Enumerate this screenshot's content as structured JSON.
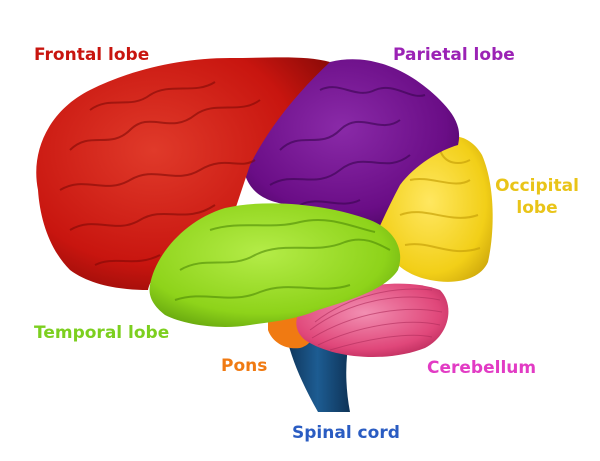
{
  "labels": {
    "frontal": "Frontal lobe",
    "parietal": "Parietal lobe",
    "occipital_line1": "Occipital",
    "occipital_line2": "lobe",
    "temporal": "Temporal lobe",
    "pons": "Pons",
    "cerebellum": "Cerebellum",
    "spinal": "Spinal cord"
  },
  "colors": {
    "frontal": "#c8150f",
    "parietal": "#6a0d86",
    "occipital": "#f2cf18",
    "temporal": "#8ed31a",
    "pons": "#f07a12",
    "cerebellum": "#e0477a",
    "spinal": "#154b78",
    "label_frontal": "#c8150f",
    "label_parietal": "#9b22b5",
    "label_occipital": "#e9c418",
    "label_temporal": "#7ccf1f",
    "label_pons": "#f07a12",
    "label_cerebellum": "#e23bc4",
    "label_spinal": "#2a5cc2"
  }
}
